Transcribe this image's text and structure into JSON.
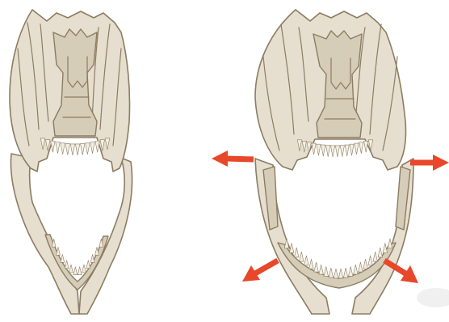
{
  "figure": {
    "panels": [
      {
        "id": "closed",
        "state": "jaw-closed"
      },
      {
        "id": "expanded",
        "state": "jaw-expanded"
      }
    ],
    "arrows": [
      {
        "id": "upper-left",
        "direction": "left"
      },
      {
        "id": "upper-right",
        "direction": "right"
      },
      {
        "id": "lower-left",
        "direction": "down-left"
      },
      {
        "id": "lower-right",
        "direction": "down-right"
      }
    ]
  },
  "colors": {
    "bone": "#e6dfcf",
    "bone_dark": "#d6cdb8",
    "outline": "#8c7c62",
    "tooth": "#f4efe3",
    "arrow": "#e8472a",
    "background": "#ffffff"
  }
}
